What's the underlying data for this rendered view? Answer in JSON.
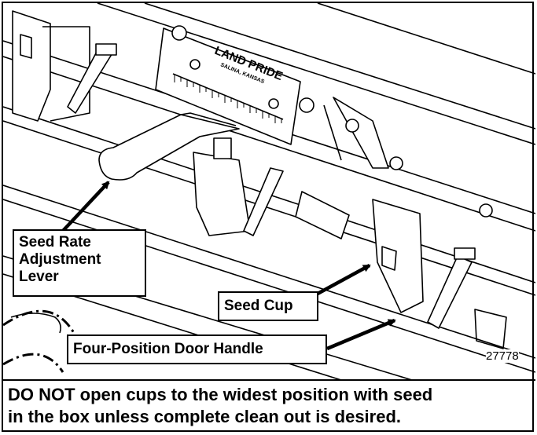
{
  "illustration": {
    "brand_plate": {
      "line1": "LAND PRIDE",
      "line2": "SALINA, KANSAS"
    },
    "part_number": "27778",
    "callouts": {
      "seed_rate_lever": [
        "Seed Rate",
        "Adjustment",
        "Lever"
      ],
      "seed_cup": "Seed Cup",
      "door_handle": "Four-Position Door Handle"
    }
  },
  "caption": {
    "line1": "DO NOT open cups to the widest position with seed",
    "line2": "in the box unless complete clean out is desired."
  }
}
